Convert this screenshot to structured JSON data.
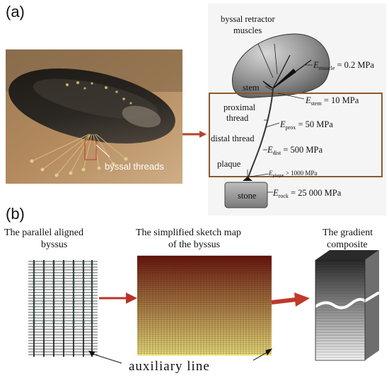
{
  "panel_a": {
    "label": "(a)",
    "photo_caption": "byssal threads",
    "diagram": {
      "retractor_line1": "byssal retractor",
      "retractor_line2": "muscles",
      "e_muscle_sym": "E",
      "e_muscle_sub": "muscle",
      "e_muscle_val": " = 0.2 MPa",
      "stem": "stem",
      "e_stem_sym": "E",
      "e_stem_sub": "stem",
      "e_stem_val": " = 10 MPa",
      "proximal_line1": "proximal",
      "proximal_line2": "thread",
      "e_prox_sym": "E",
      "e_prox_sub": "prox",
      "e_prox_val": " = 50 MPa",
      "distal": "distal thread",
      "e_dist_sym": "E",
      "e_dist_sub": "dist",
      "e_dist_val": " = 500 MPa",
      "plaque": "plaque",
      "e_plaque_sym": "E",
      "e_plaque_sub": "plaque",
      "e_plaque_val": " > 1000 MPa",
      "stone": "stone",
      "e_rock_sym": "E",
      "e_rock_sub": "rock",
      "e_rock_val": " = 25 000 MPa"
    }
  },
  "panel_b": {
    "label": "(b)",
    "col1_line1": "The parallel aligned",
    "col1_line2": "byssus",
    "col2_line1": "The simplified sketch map",
    "col2_line2": "of the byssus",
    "col3_line1": "The gradient",
    "col3_line2": "composite",
    "auxiliary": "auxiliary line"
  },
  "colors": {
    "frame_brown": "#8b5a2b",
    "arrow_red": "#b8342a",
    "gradient_top": "#6b1208",
    "gradient_bottom": "#f2e27a"
  }
}
